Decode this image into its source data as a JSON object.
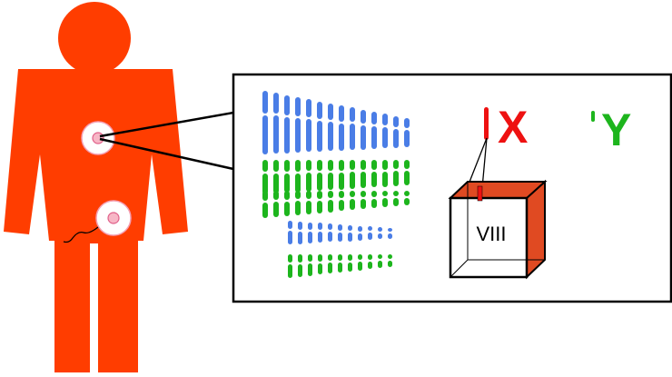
{
  "colors": {
    "body": "#ff3d00",
    "chromosome_blue": "#4a7de6",
    "chromosome_green": "#1db51d",
    "x_label": "#ee1111",
    "y_label": "#1db51d",
    "cell_membrane": "#f4a0b4",
    "cell_nucleus": "#e0608a",
    "cube_side": "#e04a22",
    "outline": "#000000"
  },
  "icons": [
    "human-body-icon",
    "cell-icon",
    "chromosome-icon",
    "box-icon"
  ],
  "labels": {
    "x_chromosome": "X",
    "y_chromosome": "Y",
    "box_numeral": "VIII"
  }
}
